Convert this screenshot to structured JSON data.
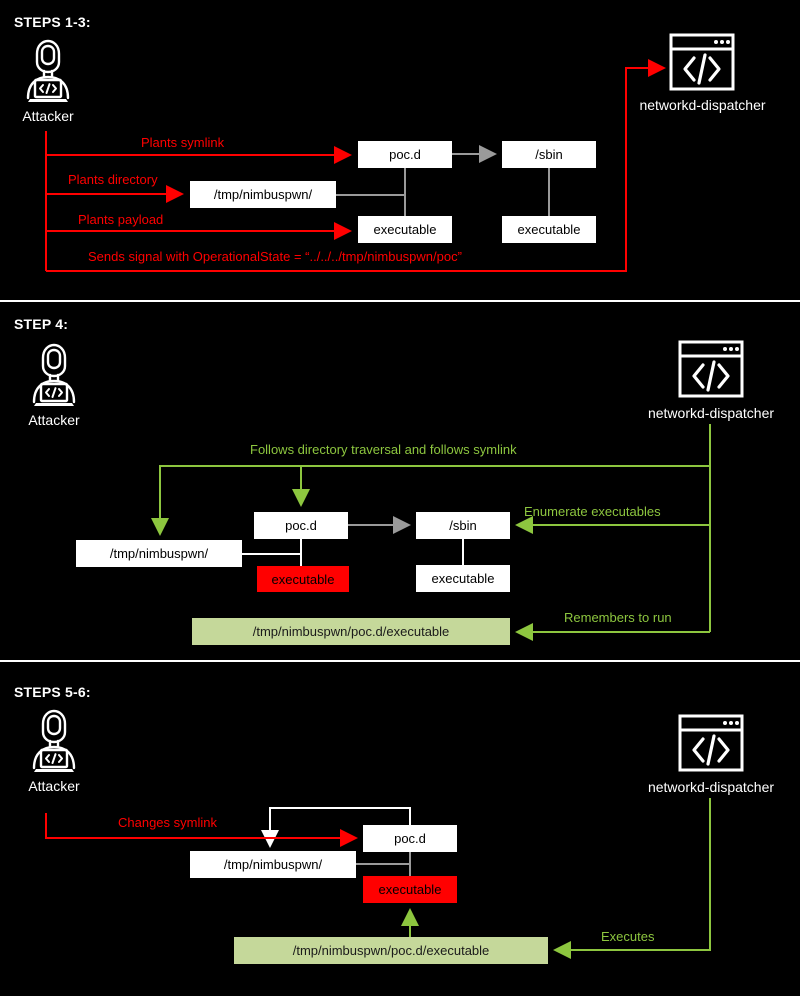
{
  "diagram": {
    "title_hidden": "Nimbuspwn networkd-dispatcher exploitation flow",
    "colors": {
      "background": "#000000",
      "attacker_red": "#ff0000",
      "dispatcher_green": "#8dc63f",
      "node_white": "#ffffff",
      "node_red": "#ff0000",
      "node_green": "#c5d89a",
      "tree_line": "#bdbdbd",
      "separator": "#ffffff"
    }
  },
  "panels": [
    {
      "id": "steps-1-3",
      "title": "STEPS 1-3:",
      "actors": {
        "attacker": {
          "label": "Attacker",
          "icon": "attacker-person-laptop-icon"
        },
        "dispatcher": {
          "label": "networkd-dispatcher",
          "icon": "code-window-icon"
        }
      },
      "nodes": [
        {
          "id": "pocd",
          "label": "poc.d",
          "style": "white"
        },
        {
          "id": "sbin",
          "label": "/sbin",
          "style": "white"
        },
        {
          "id": "tmpdir",
          "label": "/tmp/nimbuspwn/",
          "style": "white"
        },
        {
          "id": "exec_left",
          "label": "executable",
          "style": "white"
        },
        {
          "id": "exec_right",
          "label": "executable",
          "style": "white"
        }
      ],
      "edges": [
        {
          "id": "plants-symlink",
          "label": "Plants symlink",
          "color": "red"
        },
        {
          "id": "plants-directory",
          "label": "Plants directory",
          "color": "red"
        },
        {
          "id": "plants-payload",
          "label": "Plants payload",
          "color": "red"
        },
        {
          "id": "sends-signal",
          "label": "Sends signal with OperationalState = “../../../tmp/nimbuspwn/poc”",
          "color": "red"
        }
      ]
    },
    {
      "id": "step-4",
      "title": "STEP 4:",
      "actors": {
        "attacker": {
          "label": "Attacker",
          "icon": "attacker-person-laptop-icon"
        },
        "dispatcher": {
          "label": "networkd-dispatcher",
          "icon": "code-window-icon"
        }
      },
      "nodes": [
        {
          "id": "pocd",
          "label": "poc.d",
          "style": "white"
        },
        {
          "id": "sbin",
          "label": "/sbin",
          "style": "white"
        },
        {
          "id": "tmpdir",
          "label": "/tmp/nimbuspwn/",
          "style": "white"
        },
        {
          "id": "exec_left",
          "label": "executable",
          "style": "red"
        },
        {
          "id": "exec_right",
          "label": "executable",
          "style": "white"
        },
        {
          "id": "resolved_path",
          "label": "/tmp/nimbuspwn/poc.d/executable",
          "style": "green"
        }
      ],
      "edges": [
        {
          "id": "follows-traversal",
          "label": "Follows directory traversal and follows symlink",
          "color": "green"
        },
        {
          "id": "enumerate-executables",
          "label": "Enumerate executables",
          "color": "green"
        },
        {
          "id": "remembers-to-run",
          "label": "Remembers to run",
          "color": "green"
        }
      ]
    },
    {
      "id": "steps-5-6",
      "title": "STEPS 5-6:",
      "actors": {
        "attacker": {
          "label": "Attacker",
          "icon": "attacker-person-laptop-icon"
        },
        "dispatcher": {
          "label": "networkd-dispatcher",
          "icon": "code-window-icon"
        }
      },
      "nodes": [
        {
          "id": "pocd",
          "label": "poc.d",
          "style": "white"
        },
        {
          "id": "tmpdir",
          "label": "/tmp/nimbuspwn/",
          "style": "white"
        },
        {
          "id": "exec_left",
          "label": "executable",
          "style": "red"
        },
        {
          "id": "resolved_path",
          "label": "/tmp/nimbuspwn/poc.d/executable",
          "style": "green"
        }
      ],
      "edges": [
        {
          "id": "changes-symlink",
          "label": "Changes symlink",
          "color": "red"
        },
        {
          "id": "executes",
          "label": "Executes",
          "color": "green"
        }
      ]
    }
  ]
}
